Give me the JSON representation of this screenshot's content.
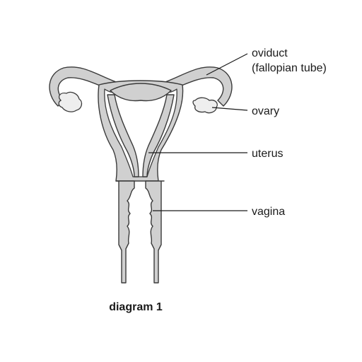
{
  "labels": {
    "oviduct_line1": "oviduct",
    "oviduct_line2": "(fallopian tube)",
    "ovary": "ovary",
    "uterus": "uterus",
    "vagina": "vagina"
  },
  "caption": "diagram 1",
  "colors": {
    "tissue": "#d0d0d0",
    "outline": "#3a3a3a",
    "text": "#1a1a1a"
  }
}
